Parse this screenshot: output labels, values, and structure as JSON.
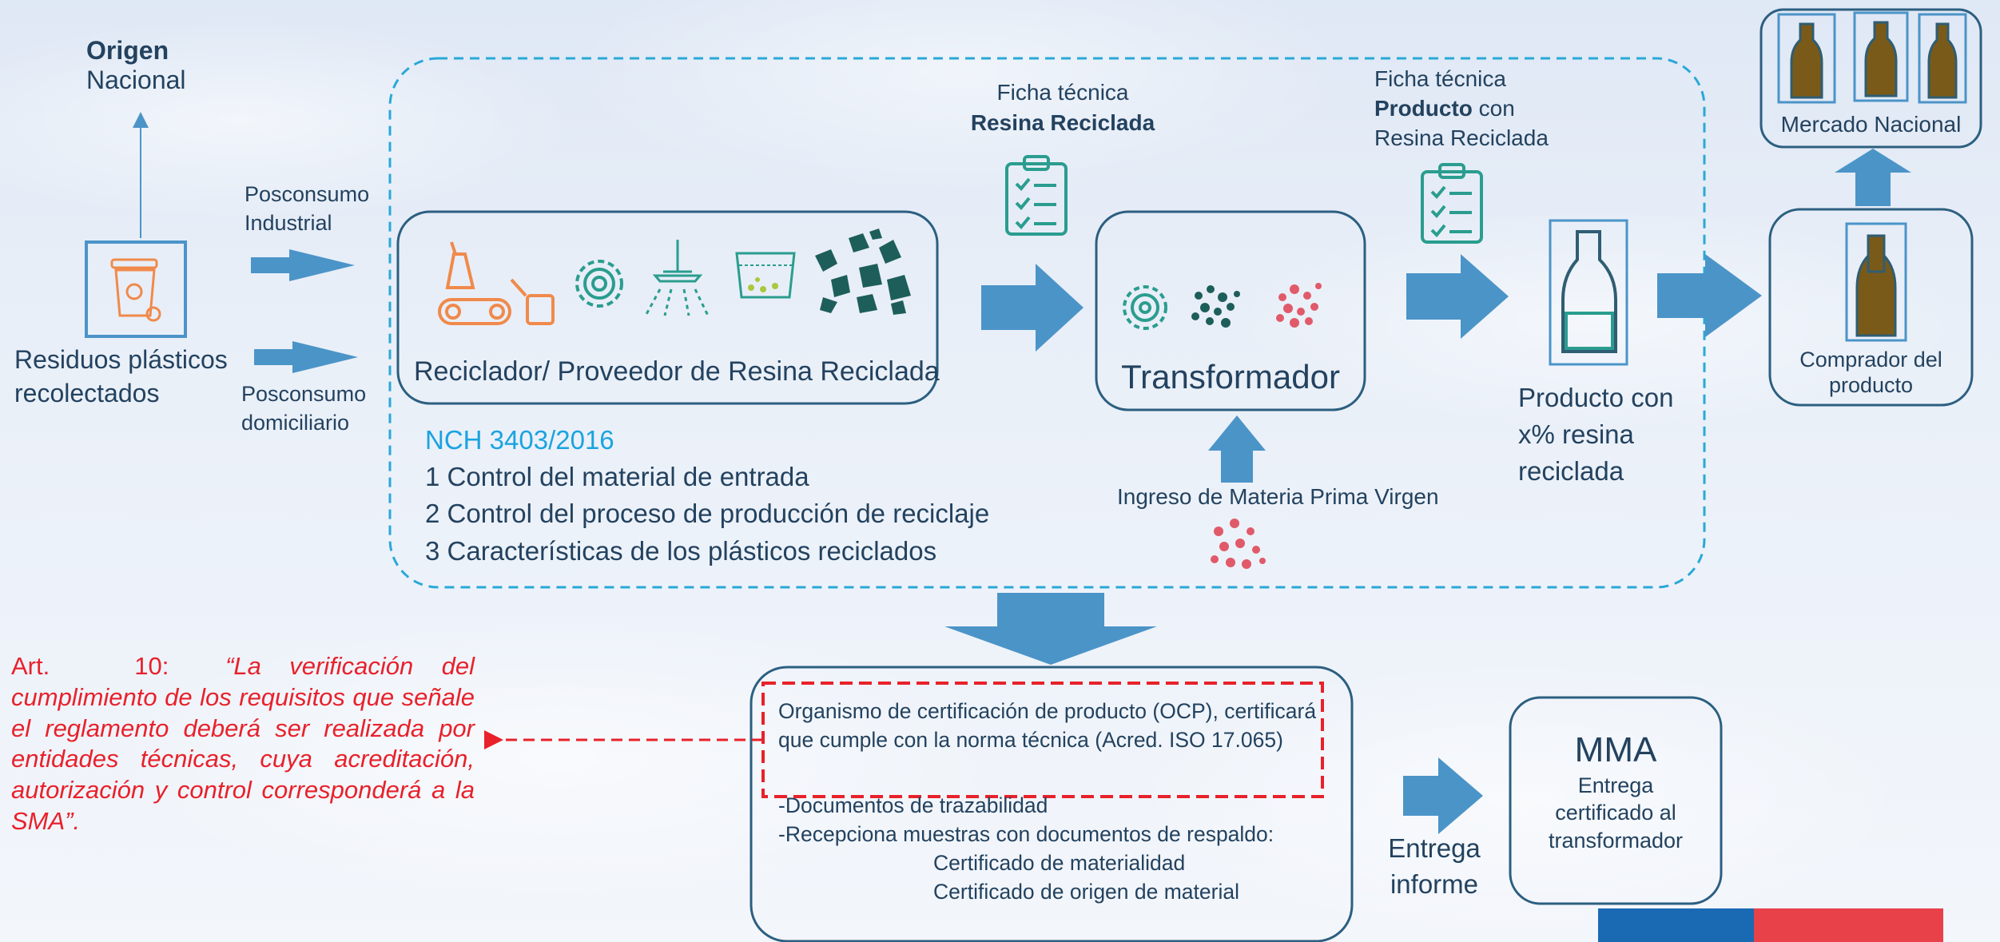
{
  "origin": {
    "title": "Origen",
    "subtitle": "Nacional"
  },
  "collector": {
    "line1": "Residuos plásticos",
    "line2": "recolectados"
  },
  "input_industrial": {
    "line1": "Posconsumo",
    "line2": "Industrial"
  },
  "input_domestic": {
    "line1": "Posconsumo",
    "line2": "domiciliario"
  },
  "recycler": {
    "label": "Reciclador/ Proveedor de Resina Reciclada"
  },
  "standard": {
    "code": "NCH 3403/2016",
    "items": [
      "1 Control del material de entrada",
      "2 Control del proceso de producción de reciclaje",
      "3 Características de los plásticos reciclados"
    ]
  },
  "sheet_resin": {
    "line1": "Ficha técnica",
    "line2": "Resina Reciclada"
  },
  "transformer": {
    "label": "Transformador"
  },
  "virgin_input": {
    "label": "Ingreso de Materia Prima Virgen"
  },
  "sheet_product": {
    "line1": "Ficha técnica",
    "line2_bold": "Producto",
    "line2_rest": " con",
    "line3": "Resina Reciclada"
  },
  "product": {
    "line1": "Producto con",
    "line2": "x% resina",
    "line3": "reciclada"
  },
  "buyer": {
    "line1": "Comprador del",
    "line2": "producto"
  },
  "market": {
    "label": "Mercado Nacional"
  },
  "article": {
    "prefix": "Art.   10:  ",
    "text": "“La verificación del cumplimiento de los requisitos que señale el reglamento deberá ser realizada por entidades técnicas, cuya acreditación, autorización y control corresponderá a la SMA”."
  },
  "ocp": {
    "highlight": "Organismo de certificación de producto (OCP), certificará que cumple con la norma técnica (Acred. ISO 17.065)",
    "line1": "-Documentos de trazabilidad",
    "line2": "-Recepciona muestras con documentos de respaldo:",
    "line3": "Certificado de materialidad",
    "line4": "Certificado de origen de material"
  },
  "delivery": {
    "line1": "Entrega",
    "line2": "informe"
  },
  "mma": {
    "title": "MMA",
    "line1": "Entrega",
    "line2": "certificado al",
    "line3": "transformador"
  },
  "colors": {
    "arrow": "#4b94c8",
    "dashed_border": "#2aa8d8",
    "box_border": "#2c5f80",
    "red": "#e8212b",
    "accent_blue": "#1aa3e0"
  }
}
